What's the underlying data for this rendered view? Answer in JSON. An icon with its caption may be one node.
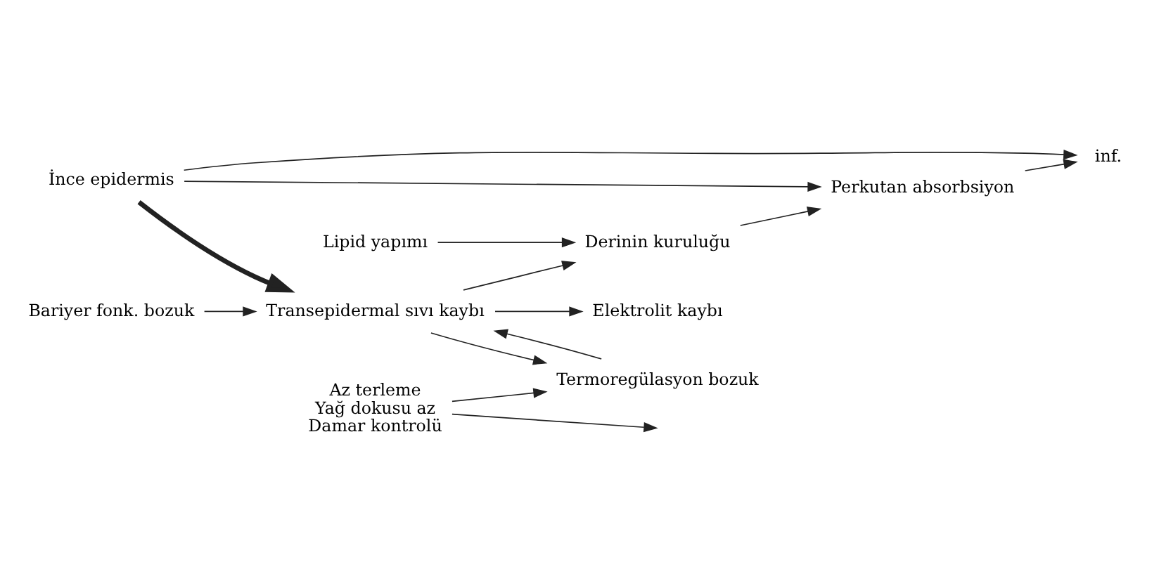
{
  "diagram": {
    "nodes": [
      {
        "text": [
          "İnce epidermis"
        ]
      },
      {
        "text": [
          "Lipid yapımı"
        ]
      },
      {
        "text": [
          "Derinin kuruluğu"
        ]
      },
      {
        "text": [
          "Bariyer fonk. bozuk"
        ]
      },
      {
        "text": [
          "Perkutan absorbsiyon"
        ]
      },
      {
        "text": [
          "inf."
        ]
      },
      {
        "text": [
          "Transepidermal sıvı kaybı"
        ]
      },
      {
        "text": [
          "Elektrolit kaybı"
        ]
      },
      {
        "text": [
          "Termoregülasyon bozuk"
        ]
      },
      {
        "text": [
          "Az terleme",
          "Yağ dokusu az",
          "Damar kontrolü"
        ]
      }
    ],
    "edges": [
      {
        "from": 0,
        "to": 6,
        "arrow": "to",
        "style": "thick"
      },
      {
        "from": 0,
        "to": 4,
        "arrow": "to"
      },
      {
        "from": 0,
        "to": 5,
        "arrow": "to"
      },
      {
        "from": 1,
        "to": 2,
        "arrow": "to"
      },
      {
        "from": 6,
        "to": 2,
        "arrow": "to"
      },
      {
        "from": 3,
        "to": 6,
        "arrow": "to"
      },
      {
        "from": 2,
        "to": 4,
        "arrow": "to"
      },
      {
        "from": 4,
        "to": 5,
        "arrow": "to"
      },
      {
        "from": 6,
        "to": 7,
        "arrow": "to"
      },
      {
        "from": 6,
        "to": 8,
        "arrow": "to"
      },
      {
        "from": 8,
        "to": 6,
        "arrow": "to"
      },
      {
        "from": 9,
        "to": 8,
        "arrow": "to"
      },
      {
        "from": 9,
        "to": null,
        "arrow": "to"
      }
    ]
  }
}
